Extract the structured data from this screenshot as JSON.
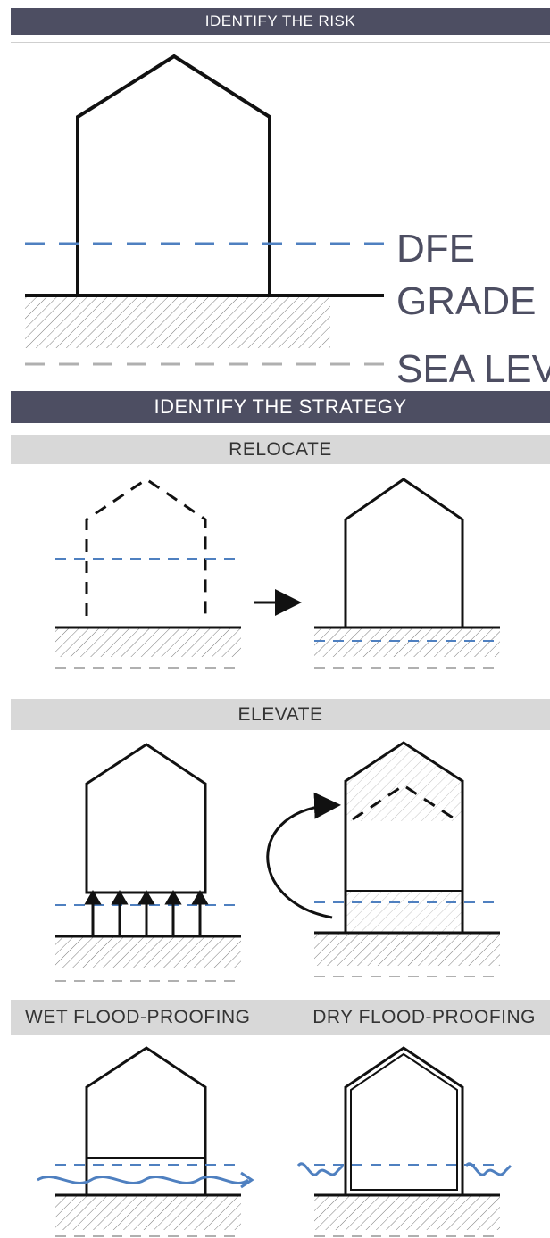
{
  "headers": {
    "risk": "IDENTIFY THE RISK",
    "strategy": "IDENTIFY THE STRATEGY",
    "relocate": "RELOCATE",
    "elevate": "ELEVATE",
    "wet": "WET FLOOD-PROOFING",
    "dry": "DRY FLOOD-PROOFING"
  },
  "labels": {
    "dfe": "DFE",
    "grade": "GRADE",
    "sea_level": "SEA LEVEL"
  },
  "colors": {
    "header_dark": "#4d4e62",
    "header_light": "#d8d8d8",
    "dfe_line": "#4f80c0",
    "sea_line": "#b0b0b0",
    "water": "#4f80c0"
  }
}
